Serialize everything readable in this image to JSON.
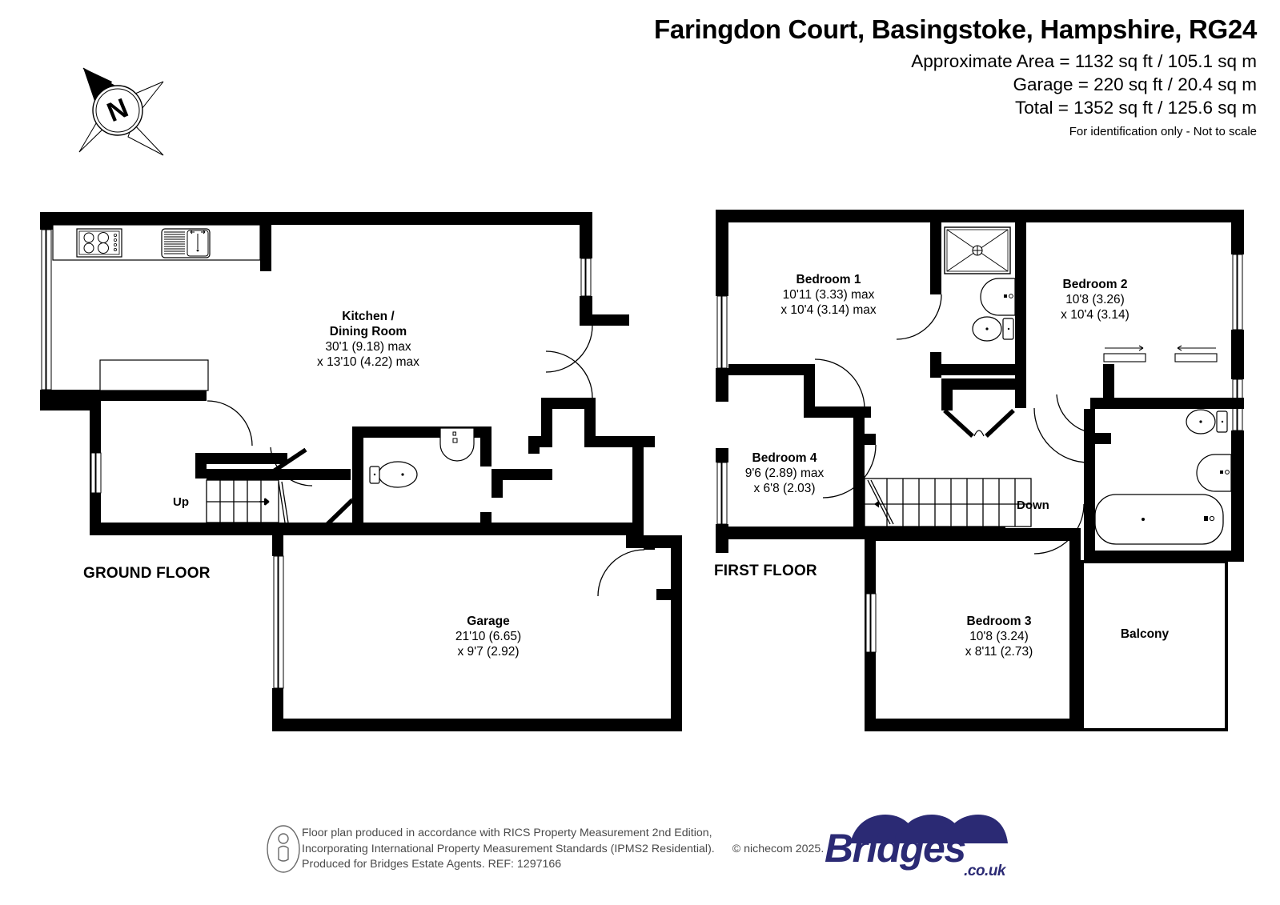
{
  "header": {
    "title": "Faringdon Court, Basingstoke, Hampshire, RG24",
    "area_line_1": "Approximate Area = 1132 sq ft / 105.1 sq m",
    "area_line_2": "Garage = 220 sq ft / 20.4 sq m",
    "area_line_3": "Total = 1352 sq ft / 125.6 sq m",
    "disclaimer": "For identification only - Not to scale"
  },
  "compass": {
    "north_letter": "N",
    "icon": "compass-rose-icon"
  },
  "floors": {
    "ground": {
      "label": "GROUND FLOOR",
      "rooms": [
        {
          "name": "Kitchen /",
          "name2": "Dining Room",
          "dim1": "30'1 (9.18) max",
          "dim2": "x 13'10 (4.22) max"
        },
        {
          "name": "Garage",
          "dim1": "21'10 (6.65)",
          "dim2": "x 9'7 (2.92)"
        }
      ],
      "stair_label": "Up"
    },
    "first": {
      "label": "FIRST FLOOR",
      "rooms": [
        {
          "name": "Bedroom 1",
          "dim1": "10'11 (3.33) max",
          "dim2": "x 10'4 (3.14) max"
        },
        {
          "name": "Bedroom 2",
          "dim1": "10'8 (3.26)",
          "dim2": "x 10'4 (3.14)"
        },
        {
          "name": "Bedroom 4",
          "dim1": "9'6 (2.89) max",
          "dim2": "x 6'8 (2.03)"
        },
        {
          "name": "Bedroom 3",
          "dim1": "10'8 (3.24)",
          "dim2": "x 8'11 (2.73)"
        },
        {
          "name": "Balcony",
          "dim1": "",
          "dim2": ""
        }
      ],
      "stair_label": "Down"
    }
  },
  "footer": {
    "line1": "Floor plan produced in accordance with RICS Property Measurement 2nd Edition,",
    "line2": "Incorporating International Property Measurement Standards (IPMS2 Residential).",
    "line2_credit": "© nichecom 2025.",
    "line3": "Produced for Bridges Estate Agents.   REF: 1297166",
    "icon": "person-in-ellipse-icon"
  },
  "logo": {
    "name": "Bridges",
    "tld": ".co.uk",
    "color": "#2b2a74",
    "icon": "bridges-arches-icon"
  },
  "colors": {
    "wall": "#000000",
    "background": "#ffffff",
    "fixture_stroke": "#000000",
    "footer_text": "#4a4a4a",
    "brand": "#2b2a74"
  }
}
